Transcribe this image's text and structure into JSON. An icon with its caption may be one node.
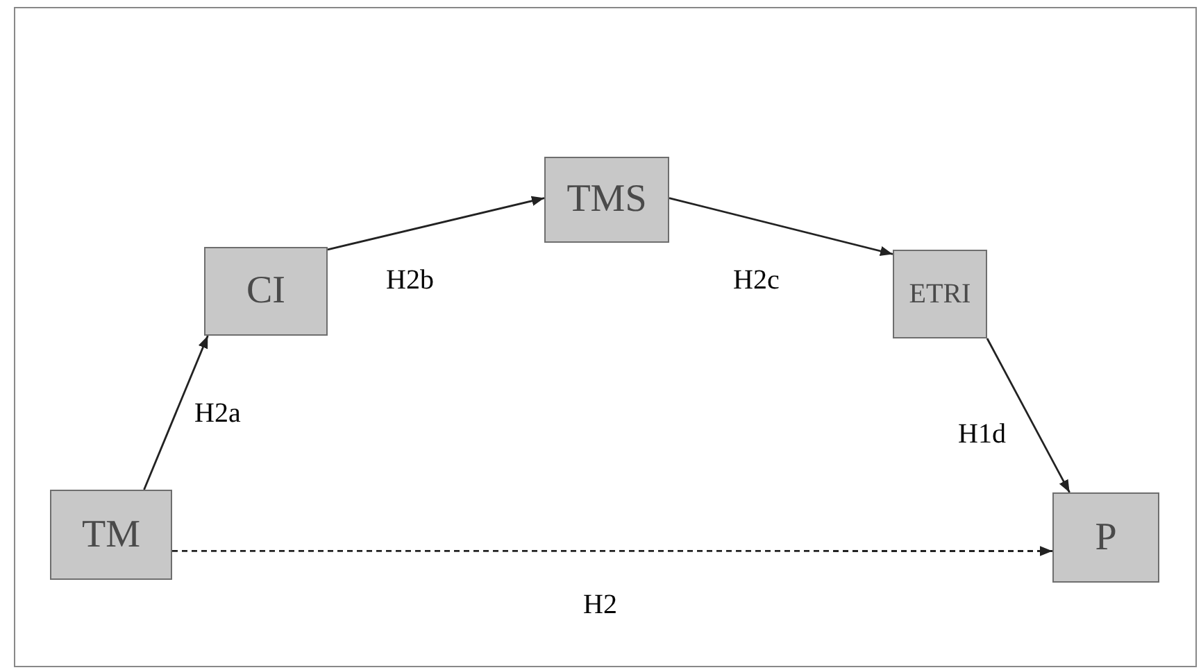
{
  "diagram": {
    "nodes": [
      {
        "text": [
          "TM"
        ]
      },
      {
        "text": [
          "CI"
        ]
      },
      {
        "text": [
          "TMS"
        ]
      },
      {
        "text": [
          "ETRI"
        ]
      },
      {
        "text": [
          "P"
        ]
      }
    ],
    "edges": [
      {
        "from": 0,
        "to": 1,
        "arrow": "to",
        "label": "H2a"
      },
      {
        "from": 1,
        "to": 2,
        "arrow": "to",
        "label": "H2b"
      },
      {
        "from": 2,
        "to": 3,
        "arrow": "to",
        "label": "H2c"
      },
      {
        "from": 3,
        "to": 4,
        "arrow": "to",
        "label": "H1d"
      },
      {
        "from": 0,
        "to": 4,
        "arrow": "to",
        "label": "H2",
        "style": "dashed"
      }
    ]
  }
}
